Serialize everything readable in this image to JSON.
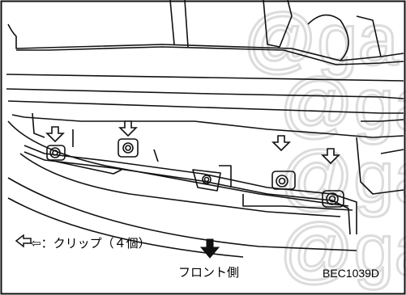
{
  "legend": {
    "text": "⇦：クリップ（４個）"
  },
  "direction_label": "フロント側",
  "figure_code": "BEC1039D",
  "watermark": "@gar",
  "colors": {
    "line": "#111111",
    "watermark": "#d8d8d8",
    "background": "#ffffff"
  },
  "icons": [
    "clip-arrow-icon",
    "front-direction-arrow-icon"
  ]
}
